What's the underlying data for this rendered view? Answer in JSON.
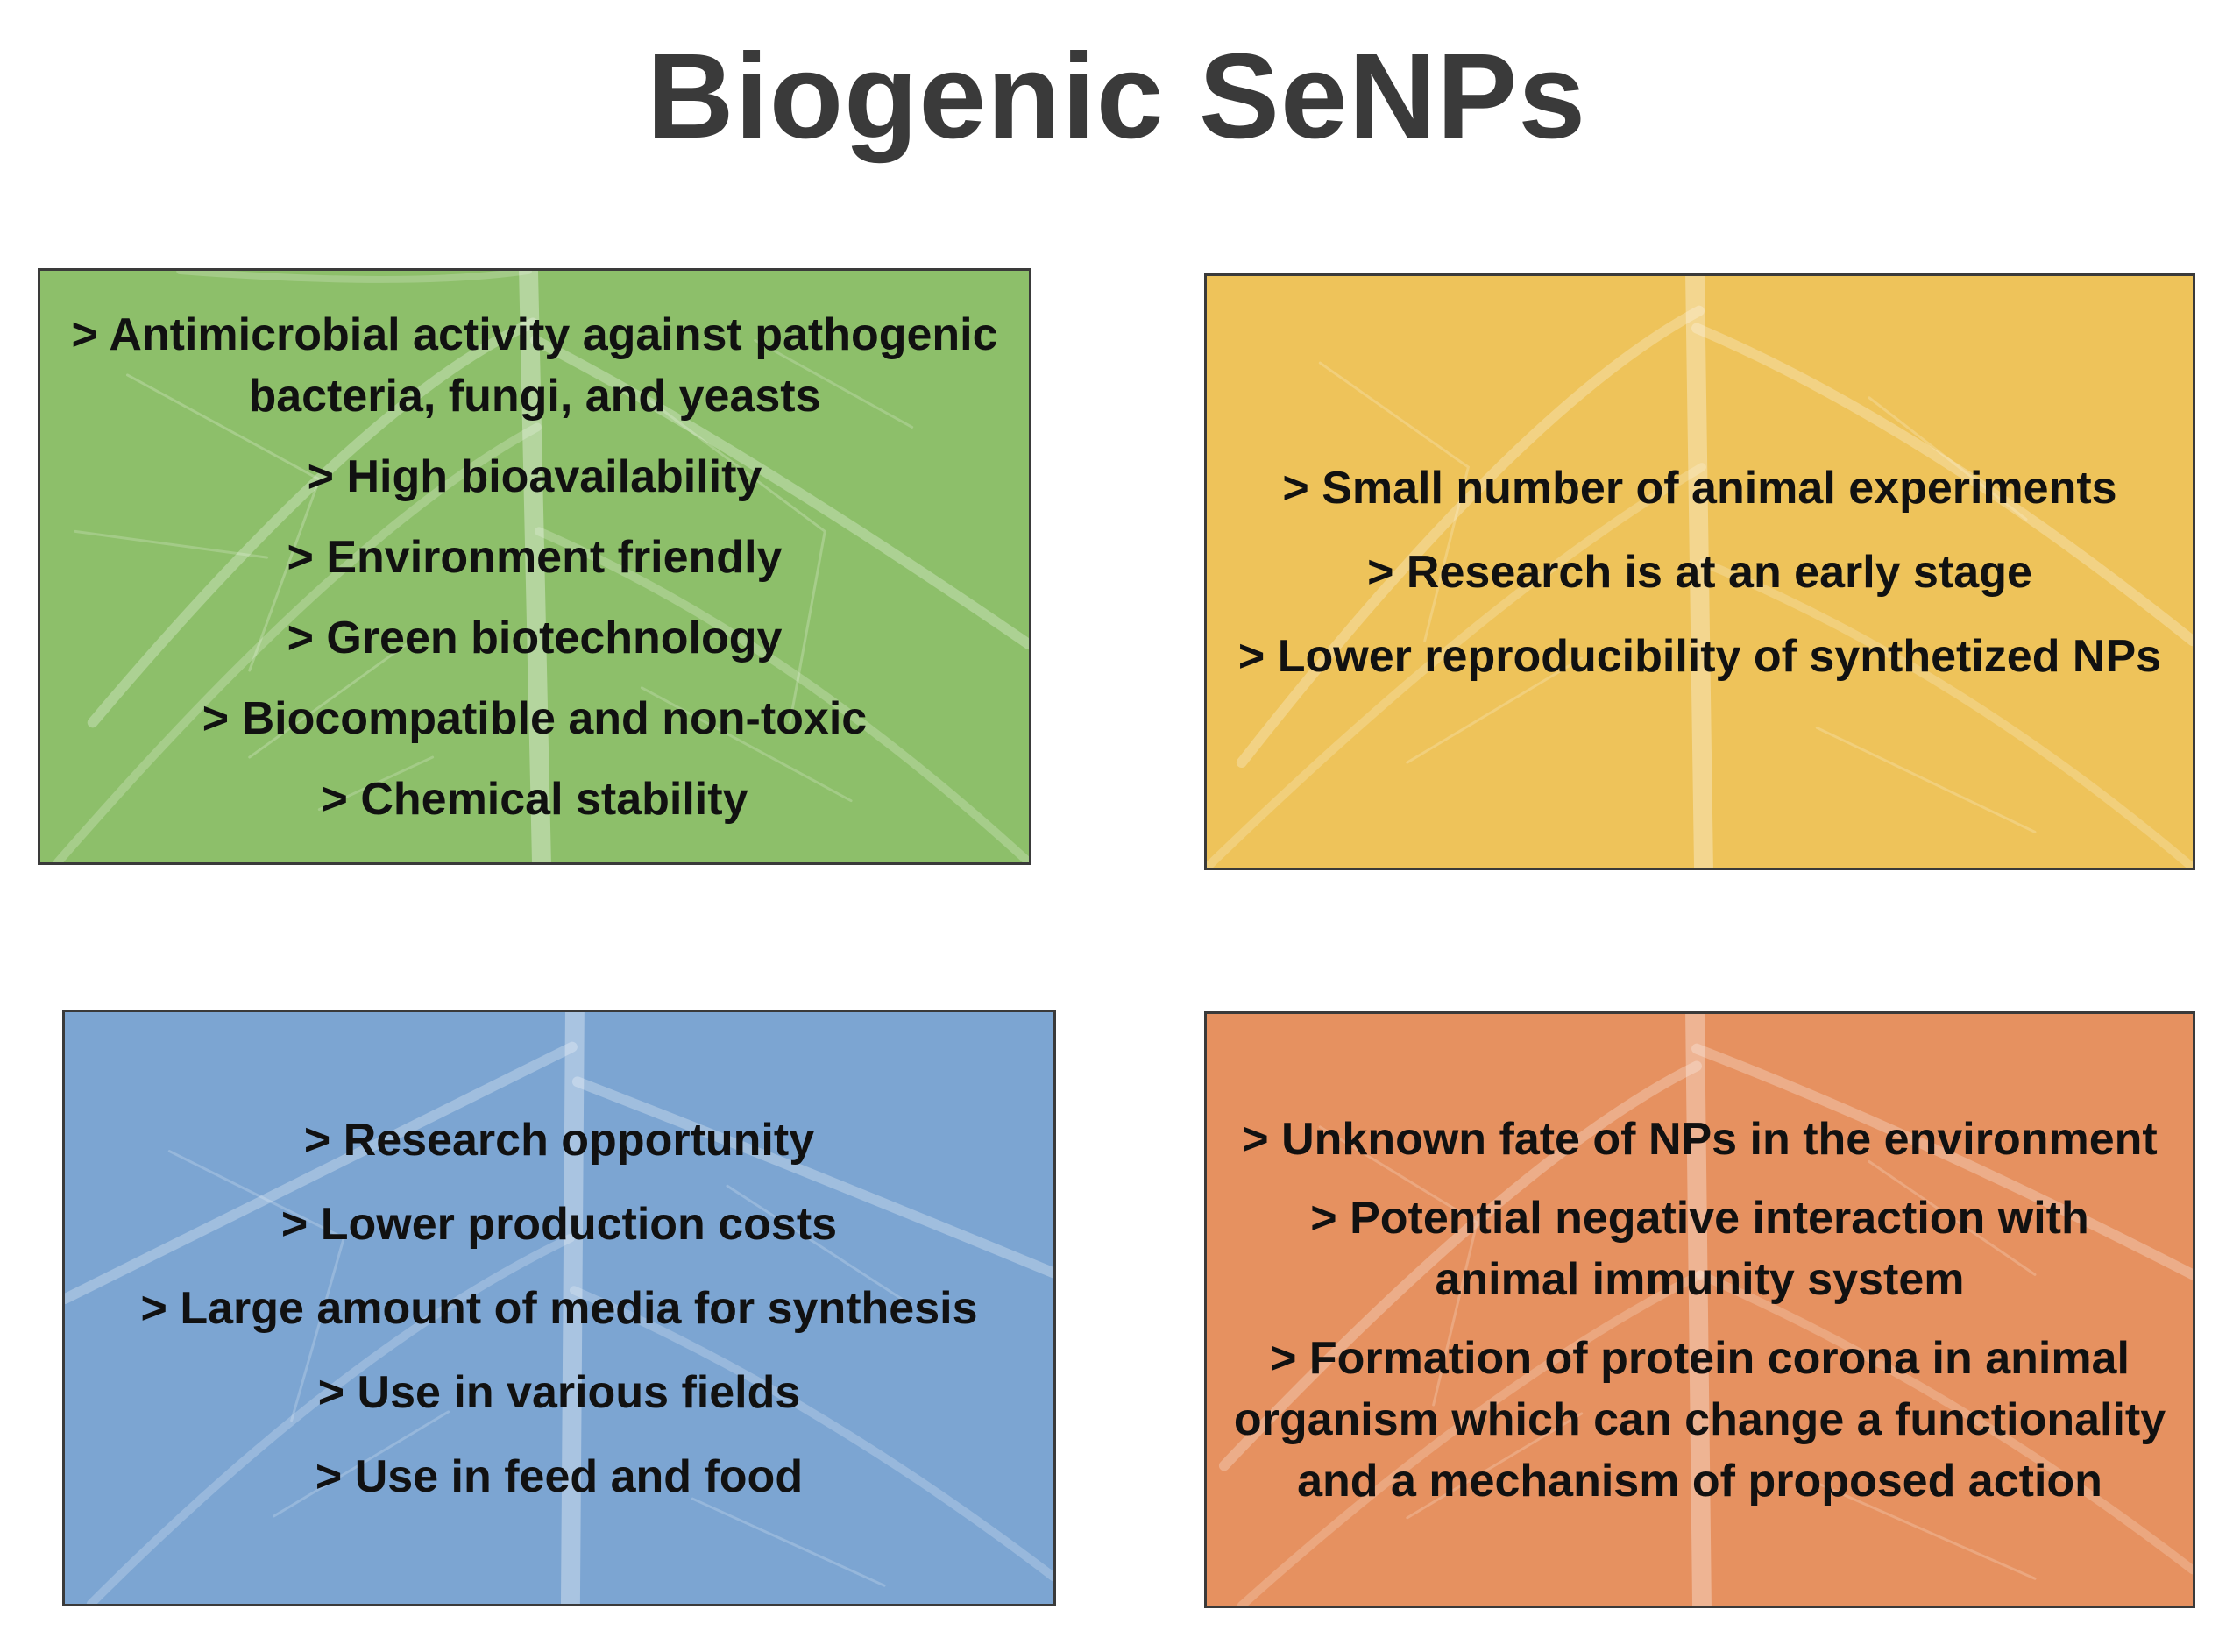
{
  "title": "Biogenic SeNPs",
  "colors": {
    "advantages": "#8dbf6a",
    "disadvantages": "#eec35a",
    "opportunities": "#7ca5d2",
    "threats": "#e69160"
  },
  "panels": [
    {
      "items": [
        "> Antimicrobial activity against pathogenic bacteria, fungi, and yeasts",
        "> High bioavailability",
        "> Environment friendly",
        "> Green biotechnology",
        "> Biocompatible and non-toxic",
        "> Chemical stability"
      ]
    },
    {
      "items": [
        "> Small number of animal experiments",
        "> Research is at an early stage",
        "> Lower reproducibility of synthetized NPs"
      ]
    },
    {
      "items": [
        "> Research opportunity",
        "> Lower production costs",
        "> Large amount of media for synthesis",
        "> Use in various fields",
        "> Use in feed and food"
      ]
    },
    {
      "items": [
        "> Unknown fate of NPs in the environment",
        "> Potential negative interaction with animal immunity system",
        "> Formation of protein corona in animal organism which can change a functionality and a mechanism of proposed action"
      ]
    }
  ]
}
